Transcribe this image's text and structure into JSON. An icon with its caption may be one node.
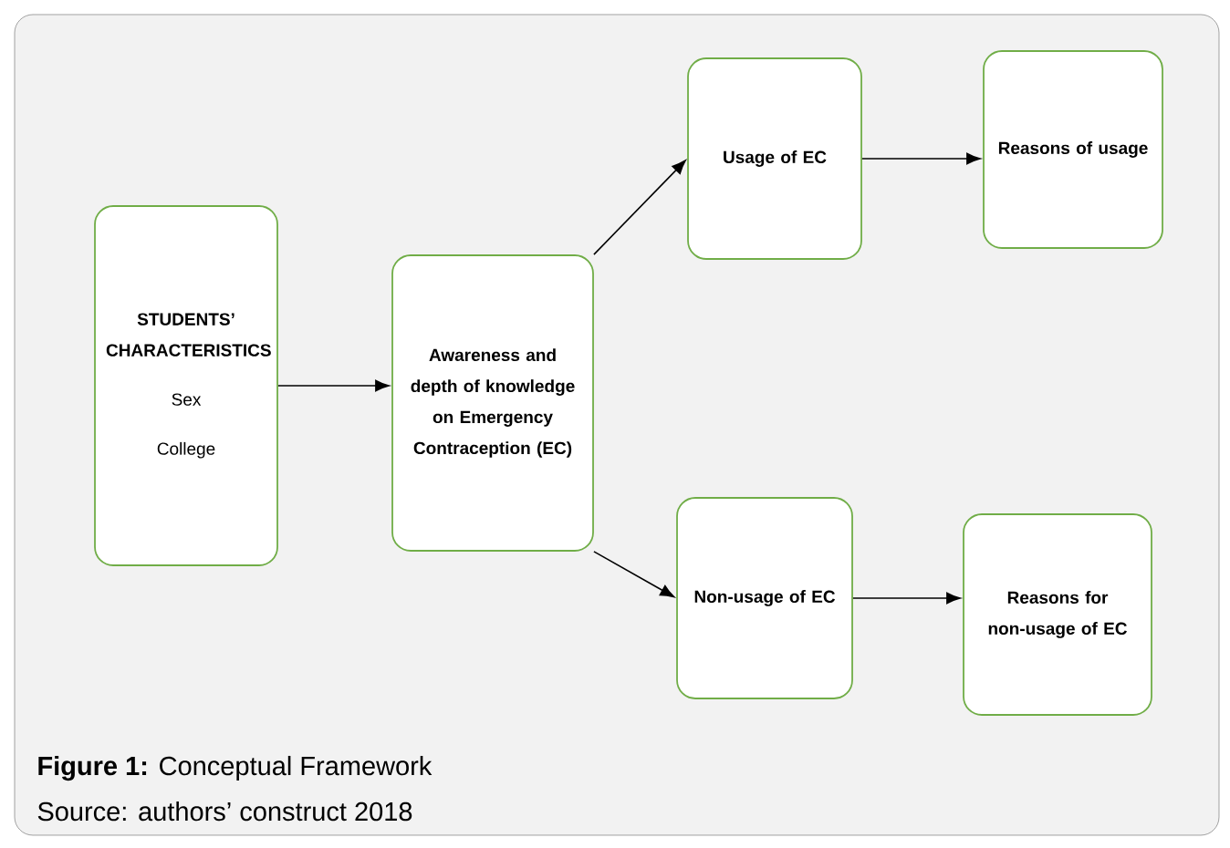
{
  "diagram": {
    "caption": "**Figure 1:** Conceptual Framework",
    "nodes": [
      {
        "text": [
          "STUDENTS’ CHARACTERISTICS",
          "Sex",
          "College"
        ]
      },
      {
        "text": [
          "Awareness and depth of knowledge on Emergency Contraception (EC)"
        ]
      },
      {
        "text": [
          "Usage of EC"
        ]
      },
      {
        "text": [
          "Reasons of usage"
        ]
      },
      {
        "text": [
          "Non-usage of EC"
        ]
      },
      {
        "text": [
          "Reasons for non-usage of EC"
        ]
      }
    ],
    "edges": [
      {
        "from": 0,
        "to": 1,
        "arrow": "to"
      },
      {
        "from": 1,
        "to": 2,
        "arrow": "to"
      },
      {
        "from": 2,
        "to": 3,
        "arrow": "to"
      },
      {
        "from": 1,
        "to": 4,
        "arrow": "to"
      },
      {
        "from": 4,
        "to": 5,
        "arrow": "to"
      }
    ],
    "labels": [
      "Source: authors’ construct 2018"
    ]
  }
}
